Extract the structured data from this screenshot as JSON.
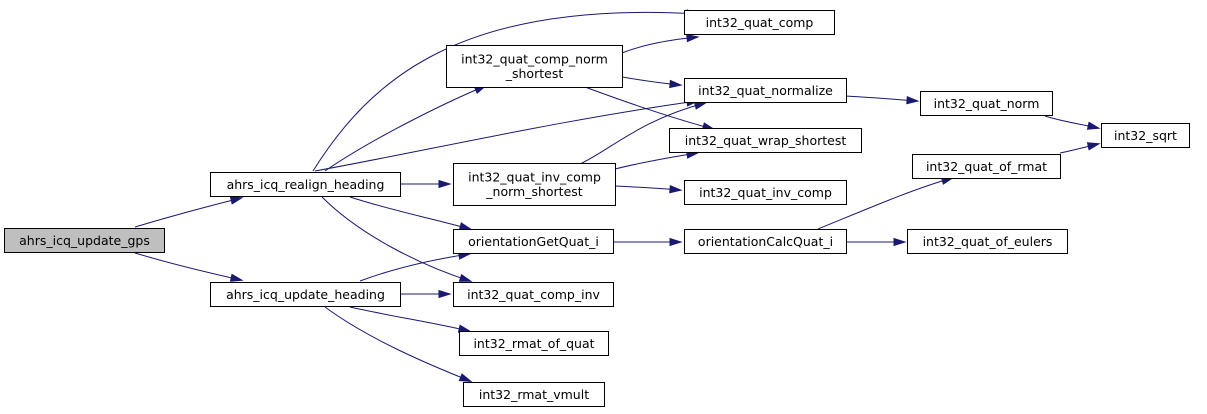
{
  "graph": {
    "nodes": {
      "root": {
        "label": "ahrs_icq_update_gps",
        "is_root": true
      },
      "realign": {
        "label": "ahrs_icq_realign_heading"
      },
      "update_heading": {
        "label": "ahrs_icq_update_heading"
      },
      "quat_comp": {
        "label": "int32_quat_comp"
      },
      "comp_norm_shortest": {
        "label": "int32_quat_comp_norm",
        "label_line2": "_shortest"
      },
      "normalize": {
        "label": "int32_quat_normalize"
      },
      "wrap_shortest": {
        "label": "int32_quat_wrap_shortest"
      },
      "inv_comp_norm_shortest": {
        "label": "int32_quat_inv_comp",
        "label_line2": "_norm_shortest"
      },
      "inv_comp": {
        "label": "int32_quat_inv_comp"
      },
      "orientation_get": {
        "label": "orientationGetQuat_i"
      },
      "comp_inv": {
        "label": "int32_quat_comp_inv"
      },
      "rmat_of_quat": {
        "label": "int32_rmat_of_quat"
      },
      "rmat_vmult": {
        "label": "int32_rmat_vmult"
      },
      "orientation_calc": {
        "label": "orientationCalcQuat_i"
      },
      "quat_norm": {
        "label": "int32_quat_norm"
      },
      "quat_of_rmat": {
        "label": "int32_quat_of_rmat"
      },
      "quat_of_eulers": {
        "label": "int32_quat_of_eulers"
      },
      "sqrt": {
        "label": "int32_sqrt"
      }
    },
    "edges": [
      {
        "from": "root",
        "to": "realign"
      },
      {
        "from": "root",
        "to": "update_heading"
      },
      {
        "from": "realign",
        "to": "quat_comp"
      },
      {
        "from": "realign",
        "to": "comp_norm_shortest"
      },
      {
        "from": "realign",
        "to": "normalize"
      },
      {
        "from": "realign",
        "to": "inv_comp_norm_shortest"
      },
      {
        "from": "realign",
        "to": "orientation_get"
      },
      {
        "from": "realign",
        "to": "comp_inv"
      },
      {
        "from": "update_heading",
        "to": "orientation_get"
      },
      {
        "from": "update_heading",
        "to": "comp_inv"
      },
      {
        "from": "update_heading",
        "to": "rmat_of_quat"
      },
      {
        "from": "update_heading",
        "to": "rmat_vmult"
      },
      {
        "from": "comp_norm_shortest",
        "to": "quat_comp"
      },
      {
        "from": "comp_norm_shortest",
        "to": "normalize"
      },
      {
        "from": "comp_norm_shortest",
        "to": "wrap_shortest"
      },
      {
        "from": "inv_comp_norm_shortest",
        "to": "normalize"
      },
      {
        "from": "inv_comp_norm_shortest",
        "to": "wrap_shortest"
      },
      {
        "from": "inv_comp_norm_shortest",
        "to": "inv_comp"
      },
      {
        "from": "orientation_get",
        "to": "orientation_calc"
      },
      {
        "from": "normalize",
        "to": "quat_norm"
      },
      {
        "from": "quat_norm",
        "to": "sqrt"
      },
      {
        "from": "orientation_calc",
        "to": "quat_of_rmat"
      },
      {
        "from": "orientation_calc",
        "to": "quat_of_eulers"
      },
      {
        "from": "quat_of_rmat",
        "to": "sqrt"
      }
    ],
    "colors": {
      "edge": "#191970",
      "root_fill": "#bfbfbf",
      "node_fill": "#ffffff",
      "node_border": "#000000"
    }
  }
}
